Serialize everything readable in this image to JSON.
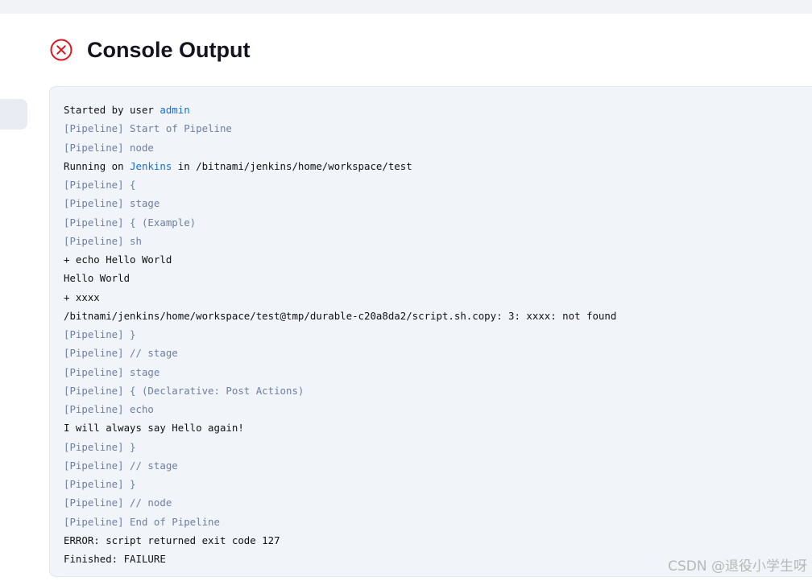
{
  "page": {
    "title": "Console Output"
  },
  "console": {
    "started_prefix": "Started by user ",
    "started_user_link": "admin",
    "running_prefix": "Running on ",
    "running_node_link": "Jenkins",
    "running_suffix": " in /bitnami/jenkins/home/workspace/test",
    "lines_group1": [
      "[Pipeline] Start of Pipeline",
      "[Pipeline] node"
    ],
    "lines_group2": [
      {
        "text": "[Pipeline] {",
        "kind": "pipeline"
      },
      {
        "text": "[Pipeline] stage",
        "kind": "pipeline"
      },
      {
        "text": "[Pipeline] { (Example)",
        "kind": "pipeline"
      },
      {
        "text": "[Pipeline] sh",
        "kind": "pipeline"
      },
      {
        "text": "+ echo Hello World",
        "kind": "output"
      },
      {
        "text": "Hello World",
        "kind": "output"
      },
      {
        "text": "+ xxxx",
        "kind": "output"
      },
      {
        "text": "/bitnami/jenkins/home/workspace/test@tmp/durable-c20a8da2/script.sh.copy: 3: xxxx: not found",
        "kind": "output"
      },
      {
        "text": "[Pipeline] }",
        "kind": "pipeline"
      },
      {
        "text": "[Pipeline] // stage",
        "kind": "pipeline"
      },
      {
        "text": "[Pipeline] stage",
        "kind": "pipeline"
      },
      {
        "text": "[Pipeline] { (Declarative: Post Actions)",
        "kind": "pipeline"
      },
      {
        "text": "[Pipeline] echo",
        "kind": "pipeline"
      },
      {
        "text": "I will always say Hello again!",
        "kind": "output"
      },
      {
        "text": "[Pipeline] }",
        "kind": "pipeline"
      },
      {
        "text": "[Pipeline] // stage",
        "kind": "pipeline"
      },
      {
        "text": "[Pipeline] }",
        "kind": "pipeline"
      },
      {
        "text": "[Pipeline] // node",
        "kind": "pipeline"
      },
      {
        "text": "[Pipeline] End of Pipeline",
        "kind": "pipeline"
      },
      {
        "text": "ERROR: script returned exit code 127",
        "kind": "output"
      },
      {
        "text": "Finished: FAILURE",
        "kind": "output"
      }
    ]
  },
  "watermark": "CSDN @退役小学生呀",
  "icons": {
    "status": "failure-x-circle-icon"
  },
  "colors": {
    "failure_red": "#e0141e",
    "link_blue": "#1a6fd1",
    "pipeline_gray": "#6d7fa0",
    "console_bg": "#f1f4f8"
  }
}
